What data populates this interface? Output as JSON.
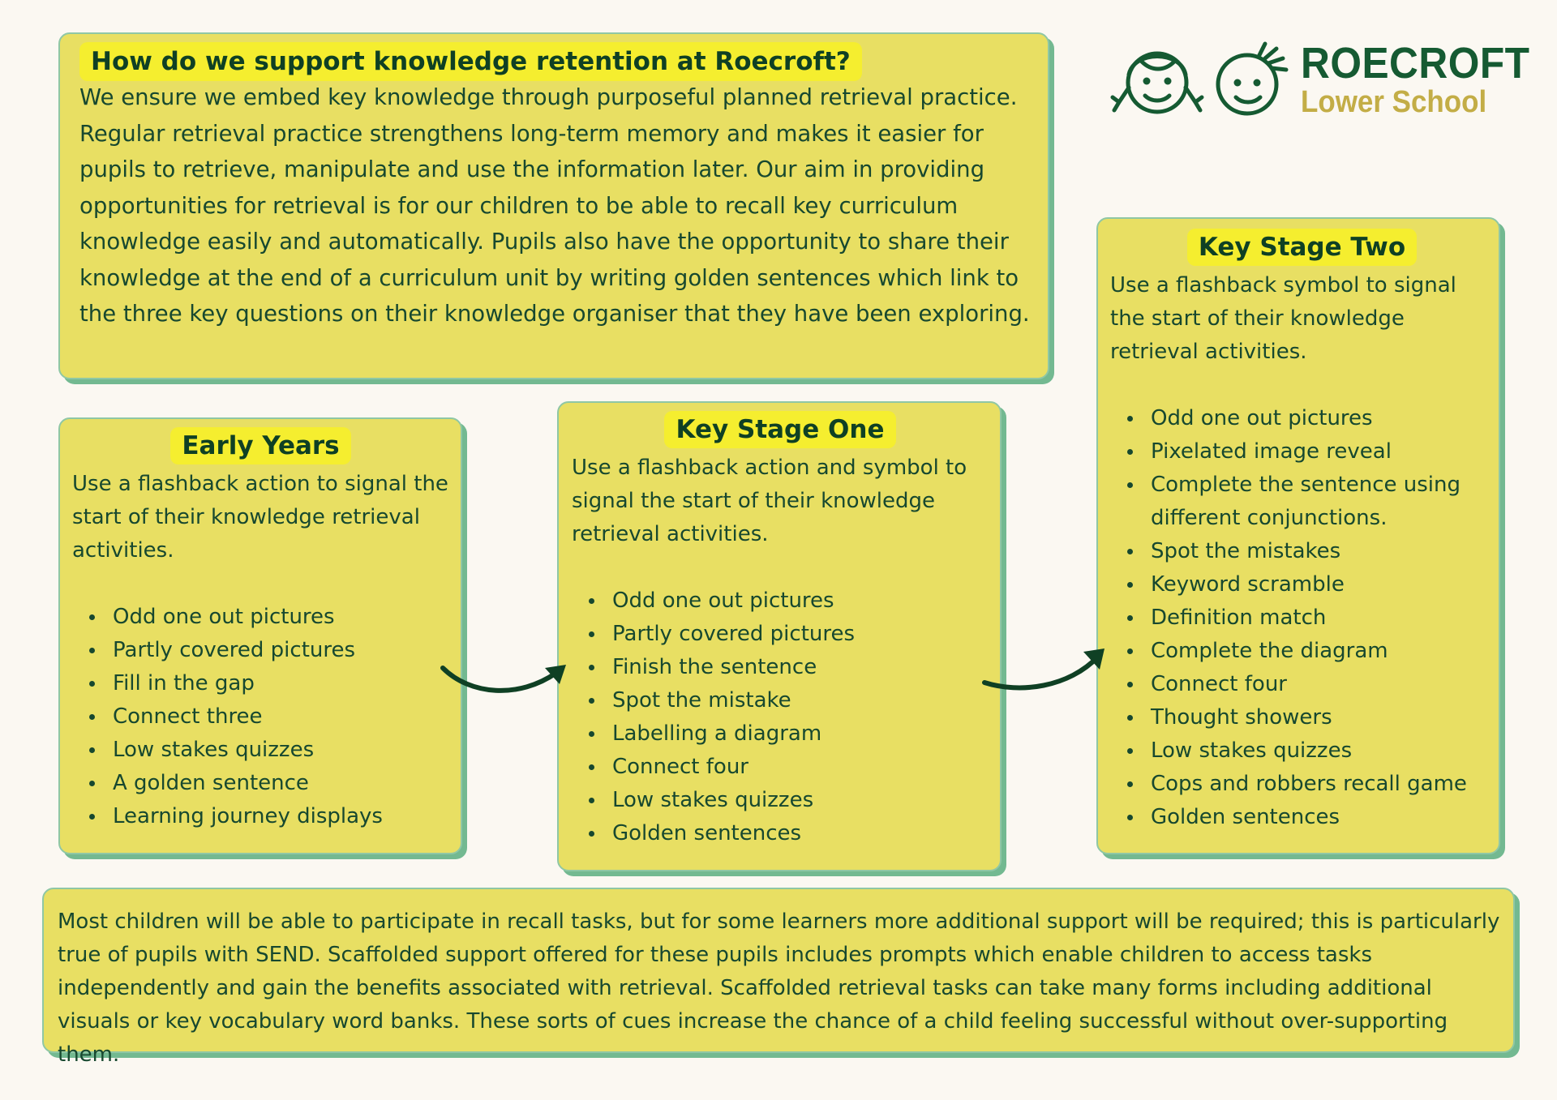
{
  "intro": {
    "title": "How do we support knowledge retention at Roecroft?",
    "text": "We ensure we embed key knowledge through purposeful planned retrieval practice. Regular retrieval practice strengthens long-term memory and makes it easier for pupils to retrieve, manipulate and use the information later. Our aim in providing opportunities for retrieval is for our children to be able to recall key curriculum knowledge easily and automatically. Pupils also have the opportunity to share their knowledge at the end of a curriculum unit by writing golden sentences which link to the three key questions on their knowledge organiser that they have been exploring."
  },
  "logo": {
    "name": "ROECROFT",
    "subtitle": "Lower School",
    "icons": [
      "girl-face-icon",
      "boy-face-icon"
    ]
  },
  "early_years": {
    "title": "Early Years",
    "text": "Use a flashback action to signal the start of their knowledge retrieval activities.",
    "activities": [
      "Odd one out pictures",
      "Partly covered pictures",
      "Fill in the gap",
      "Connect three",
      "Low stakes quizzes",
      "A golden sentence",
      "Learning journey displays"
    ]
  },
  "key_stage_one": {
    "title": "Key Stage One",
    "text": "Use a flashback action and symbol to signal the start of their knowledge retrieval activities.",
    "activities": [
      "Odd one out pictures",
      "Partly covered pictures",
      "Finish the sentence",
      "Spot the mistake",
      "Labelling a diagram",
      "Connect four",
      "Low stakes quizzes",
      "Golden sentences"
    ]
  },
  "key_stage_two": {
    "title": "Key Stage Two",
    "text": "Use a flashback symbol to signal the start of their knowledge retrieval activities.",
    "activities": [
      "Odd one out pictures",
      "Pixelated image reveal",
      "Complete the sentence using different conjunctions.",
      "Spot the mistakes",
      "Keyword scramble",
      "Definition match",
      "Complete the diagram",
      "Connect four",
      "Thought showers",
      "Low stakes quizzes",
      "Cops and robbers recall game",
      "Golden sentences"
    ]
  },
  "footer": {
    "text": "Most children will be able to participate in recall tasks, but for some learners more additional support will be required; this is particularly true of pupils with SEND. Scaffolded support offered for these pupils includes prompts which enable children to access tasks independently and gain the benefits associated with retrieval. Scaffolded retrieval tasks can take many forms including additional visuals or key vocabulary word banks. These sorts of cues increase the chance of a child feeling successful without over-supporting them."
  },
  "colors": {
    "background": "#fbf8f2",
    "card": "#e8df63",
    "heading_highlight": "#f5ee2f",
    "text": "#17482f",
    "card_shadow": "#73b991",
    "logo_green": "#155a32",
    "logo_gold": "#c3ad46"
  }
}
